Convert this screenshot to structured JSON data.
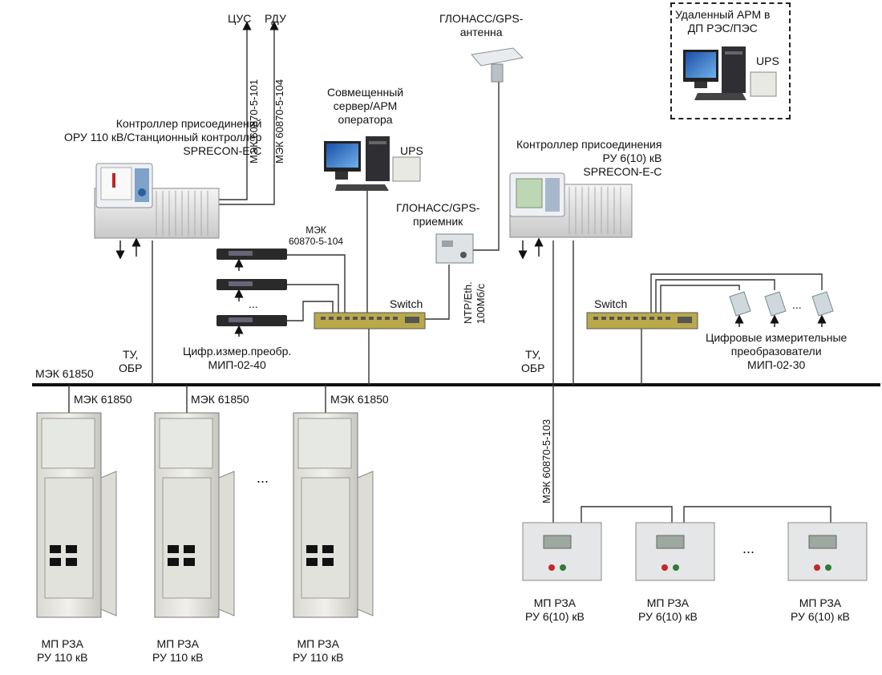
{
  "bus": {
    "label": "МЭК 61850"
  },
  "top": {
    "cus": "ЦУС",
    "rdu": "РДУ"
  },
  "gps_antenna": {
    "label": "ГЛОНАСС/GPS-\nантенна"
  },
  "remote_arm": {
    "label": "Удаленный АРМ в\nДП РЭС/ПЭС",
    "ups": "UPS"
  },
  "server": {
    "label": "Совмещенный\nсервер/АРМ\nоператора",
    "ups": "UPS"
  },
  "controller_left": {
    "label": "Контроллер присоединений\nОРУ 110 кВ/Станционный контроллер\nSPRECON-E-C",
    "link1": "МЭК 60870-5-101",
    "link2": "МЭК 60870-5-104",
    "tu": "ТУ,\nОБР"
  },
  "gps_receiver": {
    "label": "ГЛОНАСС/GPS-\nприемник",
    "link": "NTP/Eth.\n100Мб/с"
  },
  "controller_right": {
    "label": "Контроллер присоединения\nРУ 6(10) кВ\nSPRECON-E-C",
    "tu": "ТУ,\nОБР",
    "link": "МЭК 60870-5-103"
  },
  "switch_left": {
    "label": "Switch"
  },
  "switch_right": {
    "label": "Switch"
  },
  "mip02_40": {
    "protocol": "МЭК\n60870-5-104",
    "label": "Цифр.измер.преобр.\nМИП-02-40",
    "dots": "..."
  },
  "mip02_30": {
    "label": "Цифровые измерительные\nпреобразователи\nМИП-02-30",
    "dots": "..."
  },
  "cabinets": {
    "link_label": "МЭК 61850",
    "dots": "...",
    "items": [
      {
        "label": "МП РЗА\nРУ 110 кВ"
      },
      {
        "label": "МП РЗА\nРУ 110 кВ"
      },
      {
        "label": "МП РЗА\nРУ 110 кВ"
      }
    ]
  },
  "relays": {
    "dots": "...",
    "items": [
      {
        "label": "МП РЗА\nРУ 6(10) кВ"
      },
      {
        "label": "МП РЗА\nРУ 6(10) кВ"
      },
      {
        "label": "МП РЗА\nРУ 6(10) кВ"
      }
    ]
  }
}
